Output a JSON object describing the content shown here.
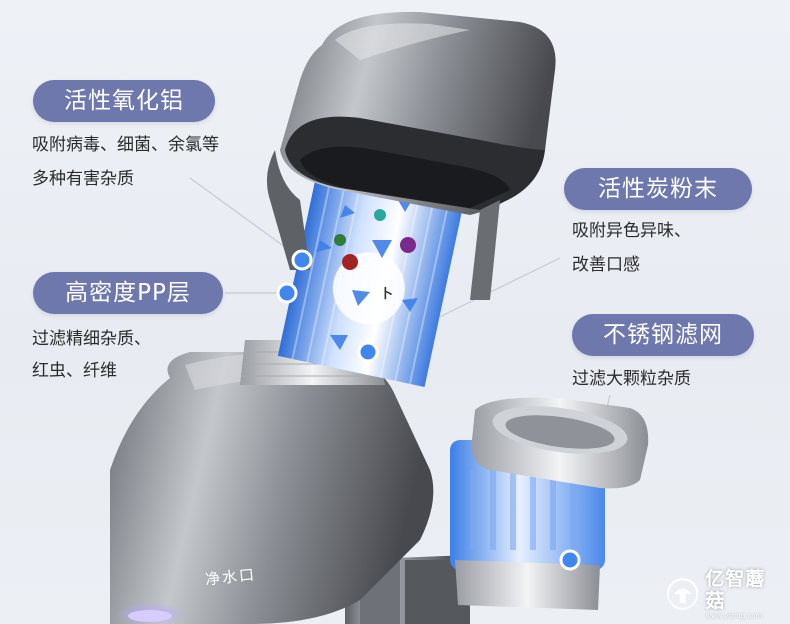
{
  "labels": {
    "alumina": {
      "title": "活性氧化铝",
      "lines": [
        "吸附病毒、细菌、余氯等",
        "多种有害杂质"
      ]
    },
    "pp": {
      "title": "高密度PP层",
      "lines": [
        "过滤精细杂质、",
        "红虫、纤维"
      ]
    },
    "carbon": {
      "title": "活性炭粉末",
      "lines": [
        "吸附异色异味、",
        "改善口感"
      ]
    },
    "steel": {
      "title": "不锈钢滤网",
      "lines": [
        "过滤大颗粒杂质"
      ]
    }
  },
  "device": {
    "outlet_label": "净水口"
  },
  "watermark": {
    "text": "亿智蘑菇",
    "sub": "www.yizmg.com"
  },
  "colors": {
    "pill": "#6f78ad",
    "filter_blue": "#4f8ff0",
    "metal": "#8a8d93"
  }
}
